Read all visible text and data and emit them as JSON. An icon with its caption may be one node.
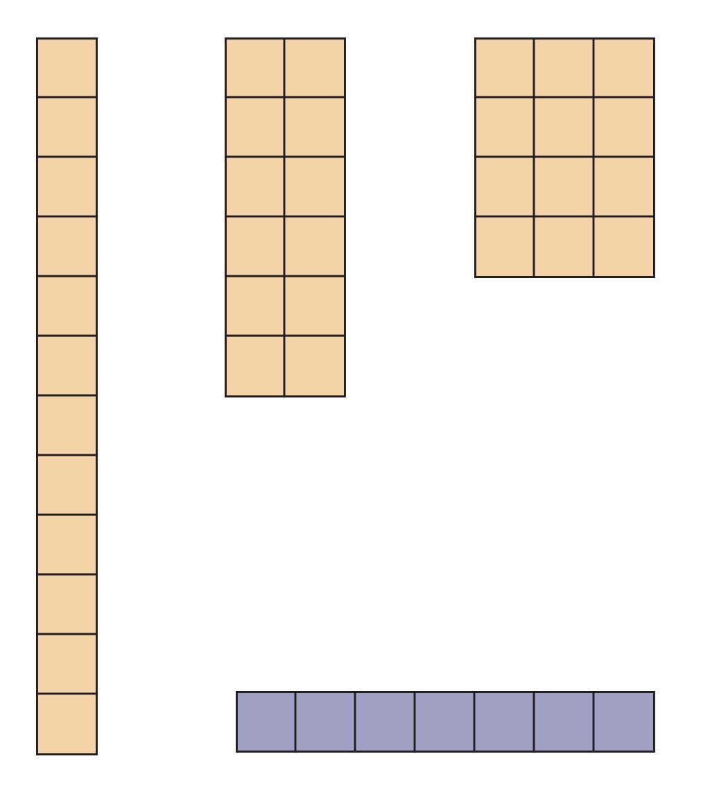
{
  "diagram": {
    "nodes": [
      {
        "text": [],
        "shape": "grid"
      },
      {
        "text": [],
        "shape": "grid"
      },
      {
        "text": [],
        "shape": "grid"
      },
      {
        "text": [],
        "shape": "grid"
      }
    ]
  }
}
